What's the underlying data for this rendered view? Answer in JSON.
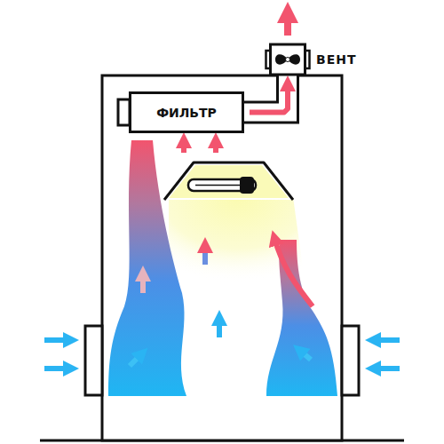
{
  "diagram": {
    "nodes": [
      {
        "text": [
          "ФИЛЬТР"
        ]
      },
      {
        "text": [
          "ВЕНТ"
        ]
      }
    ],
    "edges": [
      {
        "from": 0,
        "to": 1,
        "arrow": "to"
      }
    ]
  }
}
